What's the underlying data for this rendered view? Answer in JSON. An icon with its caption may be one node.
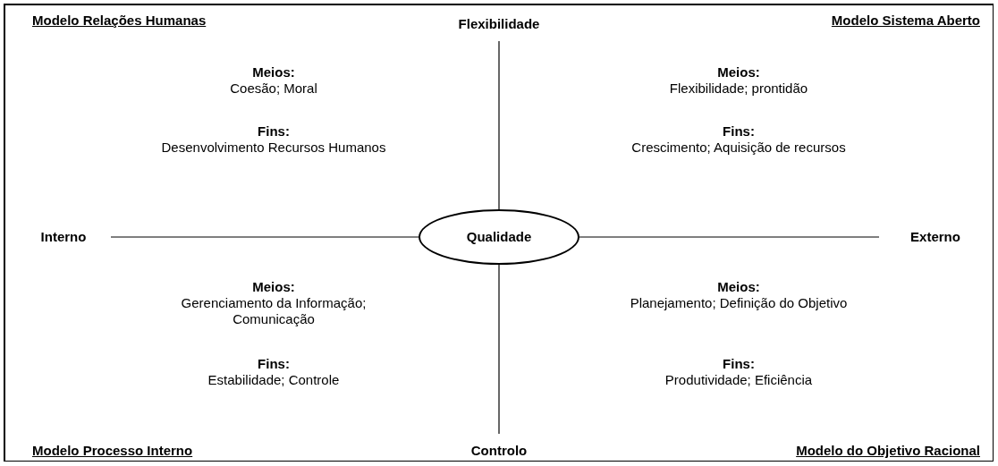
{
  "diagram": {
    "nodes": [
      {
        "text": [
          "Flexibilidade"
        ]
      },
      {
        "text": [
          "Interno"
        ]
      },
      {
        "text": [
          "Qualidade"
        ]
      },
      {
        "text": [
          "Externo"
        ]
      },
      {
        "text": [
          "Controlo"
        ]
      }
    ],
    "edges": [
      {
        "from": 2,
        "to": 0,
        "arrow": "none"
      },
      {
        "from": 2,
        "to": 1,
        "arrow": "none"
      },
      {
        "from": 2,
        "to": 3,
        "arrow": "none"
      },
      {
        "from": 2,
        "to": 4,
        "arrow": "none"
      }
    ],
    "labels": [
      "Modelo Relações Humanas",
      "Modelo Sistema Aberto",
      "Meios:",
      "Coesão; Moral",
      "Meios:",
      "Flexibilidade; prontidão",
      "Fins:",
      "Desenvolvimento Recursos Humanos",
      "Fins:",
      "Crescimento; Aquisição de recursos",
      "Meios:",
      "Gerenciamento da Informação; Comunicação",
      "Meios:",
      "Planejamento; Definição do Objetivo",
      "Fins:",
      "Estabilidade; Controle",
      "Fins:",
      "Produtividade; Eficiência",
      "Modelo Processo Interno",
      "Modelo do Objetivo Racional"
    ]
  }
}
